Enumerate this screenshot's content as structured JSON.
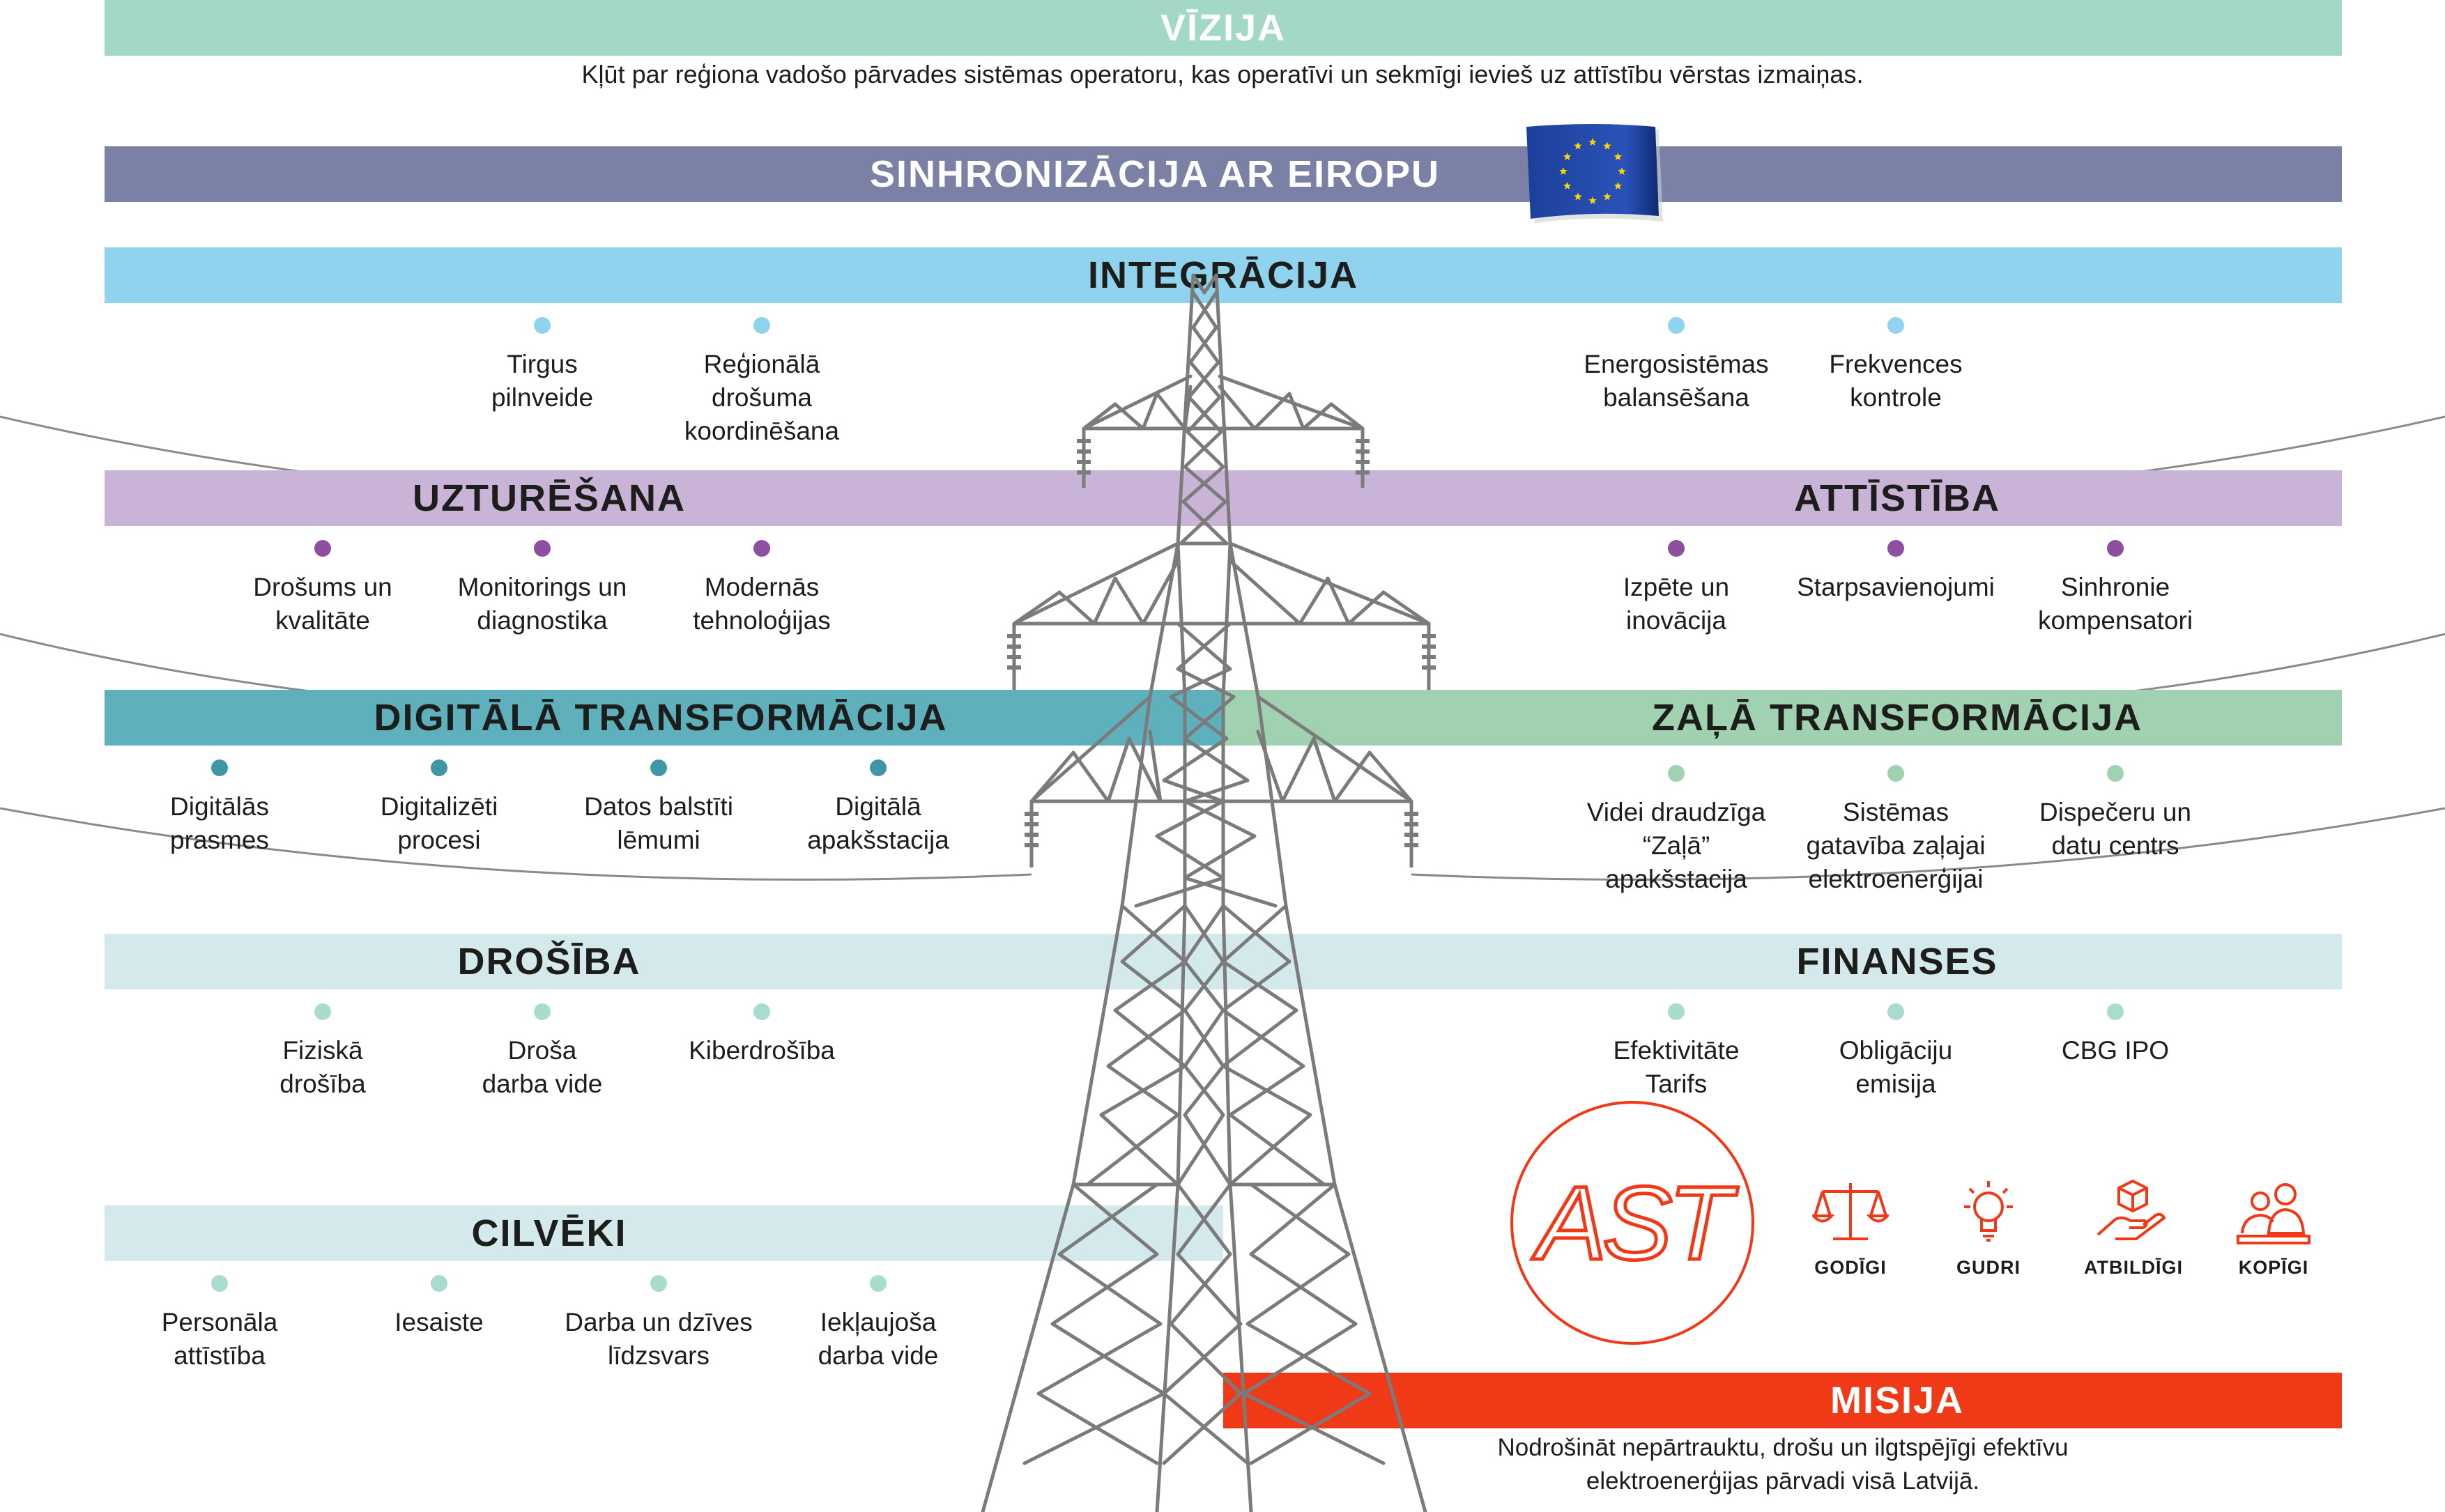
{
  "vision": {
    "title": "VĪZIJA",
    "text": "Kļūt par reģiona vadošo pārvades sistēmas operatoru, kas operatīvi un sekmīgi ievieš uz attīstību vērstas izmaiņas."
  },
  "sync": {
    "title": "SINHRONIZĀCIJA AR EIROPU"
  },
  "integration": {
    "title": "INTEGRĀCIJA",
    "items": [
      "Tirgus\npilnveide",
      "Reģionālā\ndrošuma\nkoordinēšana",
      "Energosistēmas\nbalansēšana",
      "Frekvences\nkontrole"
    ]
  },
  "maintenance": {
    "title": "UZTURĒŠANA",
    "items": [
      "Drošums un\nkvalitāte",
      "Monitorings un\ndiagnostika",
      "Modernās\ntehnoloģijas"
    ]
  },
  "development": {
    "title": "ATTĪSTĪBA",
    "items": [
      "Izpēte un\ninovācija",
      "Starpsavienojumi",
      "Sinhronie\nkompensatori"
    ]
  },
  "digital": {
    "title": "DIGITĀLĀ TRANSFORMĀCIJA",
    "items": [
      "Digitālās\nprasmes",
      "Digitalizēti\nprocesi",
      "Datos balstīti\nlēmumi",
      "Digitālā\napakšstacija"
    ]
  },
  "green": {
    "title": "ZAĻĀ TRANSFORMĀCIJA",
    "items": [
      "Videi draudzīga\n“Zaļā”\napakšstacija",
      "Sistēmas\ngatavība zaļajai\nelektroenerģijai",
      "Dispečeru un\ndatu centrs"
    ]
  },
  "safety": {
    "title": "DROŠĪBA",
    "items": [
      "Fiziskā\ndrošība",
      "Droša\ndarba vide",
      "Kiberdrošība"
    ]
  },
  "finance": {
    "title": "FINANSES",
    "items": [
      "Efektivitāte\nTarifs",
      "Obligāciju\nemisija",
      "CBG IPO"
    ]
  },
  "people": {
    "title": "CILVĒKI",
    "items": [
      "Personāla\nattīstība",
      "Iesaiste",
      "Darba un dzīves\nlīdzsvars",
      "Iekļaujoša\ndarba vide"
    ]
  },
  "logo": {
    "text": "AST"
  },
  "values": [
    {
      "label": "GODĪGI",
      "icon": "scales-icon"
    },
    {
      "label": "GUDRI",
      "icon": "lightbulb-icon"
    },
    {
      "label": "ATBILDĪGI",
      "icon": "hand-cube-icon"
    },
    {
      "label": "KOPĪGI",
      "icon": "people-icon"
    }
  ],
  "mission": {
    "title": "MISIJA",
    "text": "Nodrošināt nepārtrauktu, drošu un ilgtspējīgi efektīvu\nelektroenerģijas pārvadi visā Latvijā."
  },
  "colors": {
    "vision": "#a3d8c9",
    "sync": "#7b80a5",
    "integration": "#8fd3ee",
    "maintenance": "#c9b3d7",
    "digital": "#5fb0bd",
    "green": "#a0d2b1",
    "safety": "#d3e9ec",
    "mission": "#f03a17",
    "tower": "#7b7b7b",
    "dot_integration": "#8fd3ee",
    "dot_purple": "#8e4fa1",
    "dot_teal": "#3f97a6",
    "dot_green": "#a0d2b1",
    "dot_light": "#a8dccf"
  }
}
